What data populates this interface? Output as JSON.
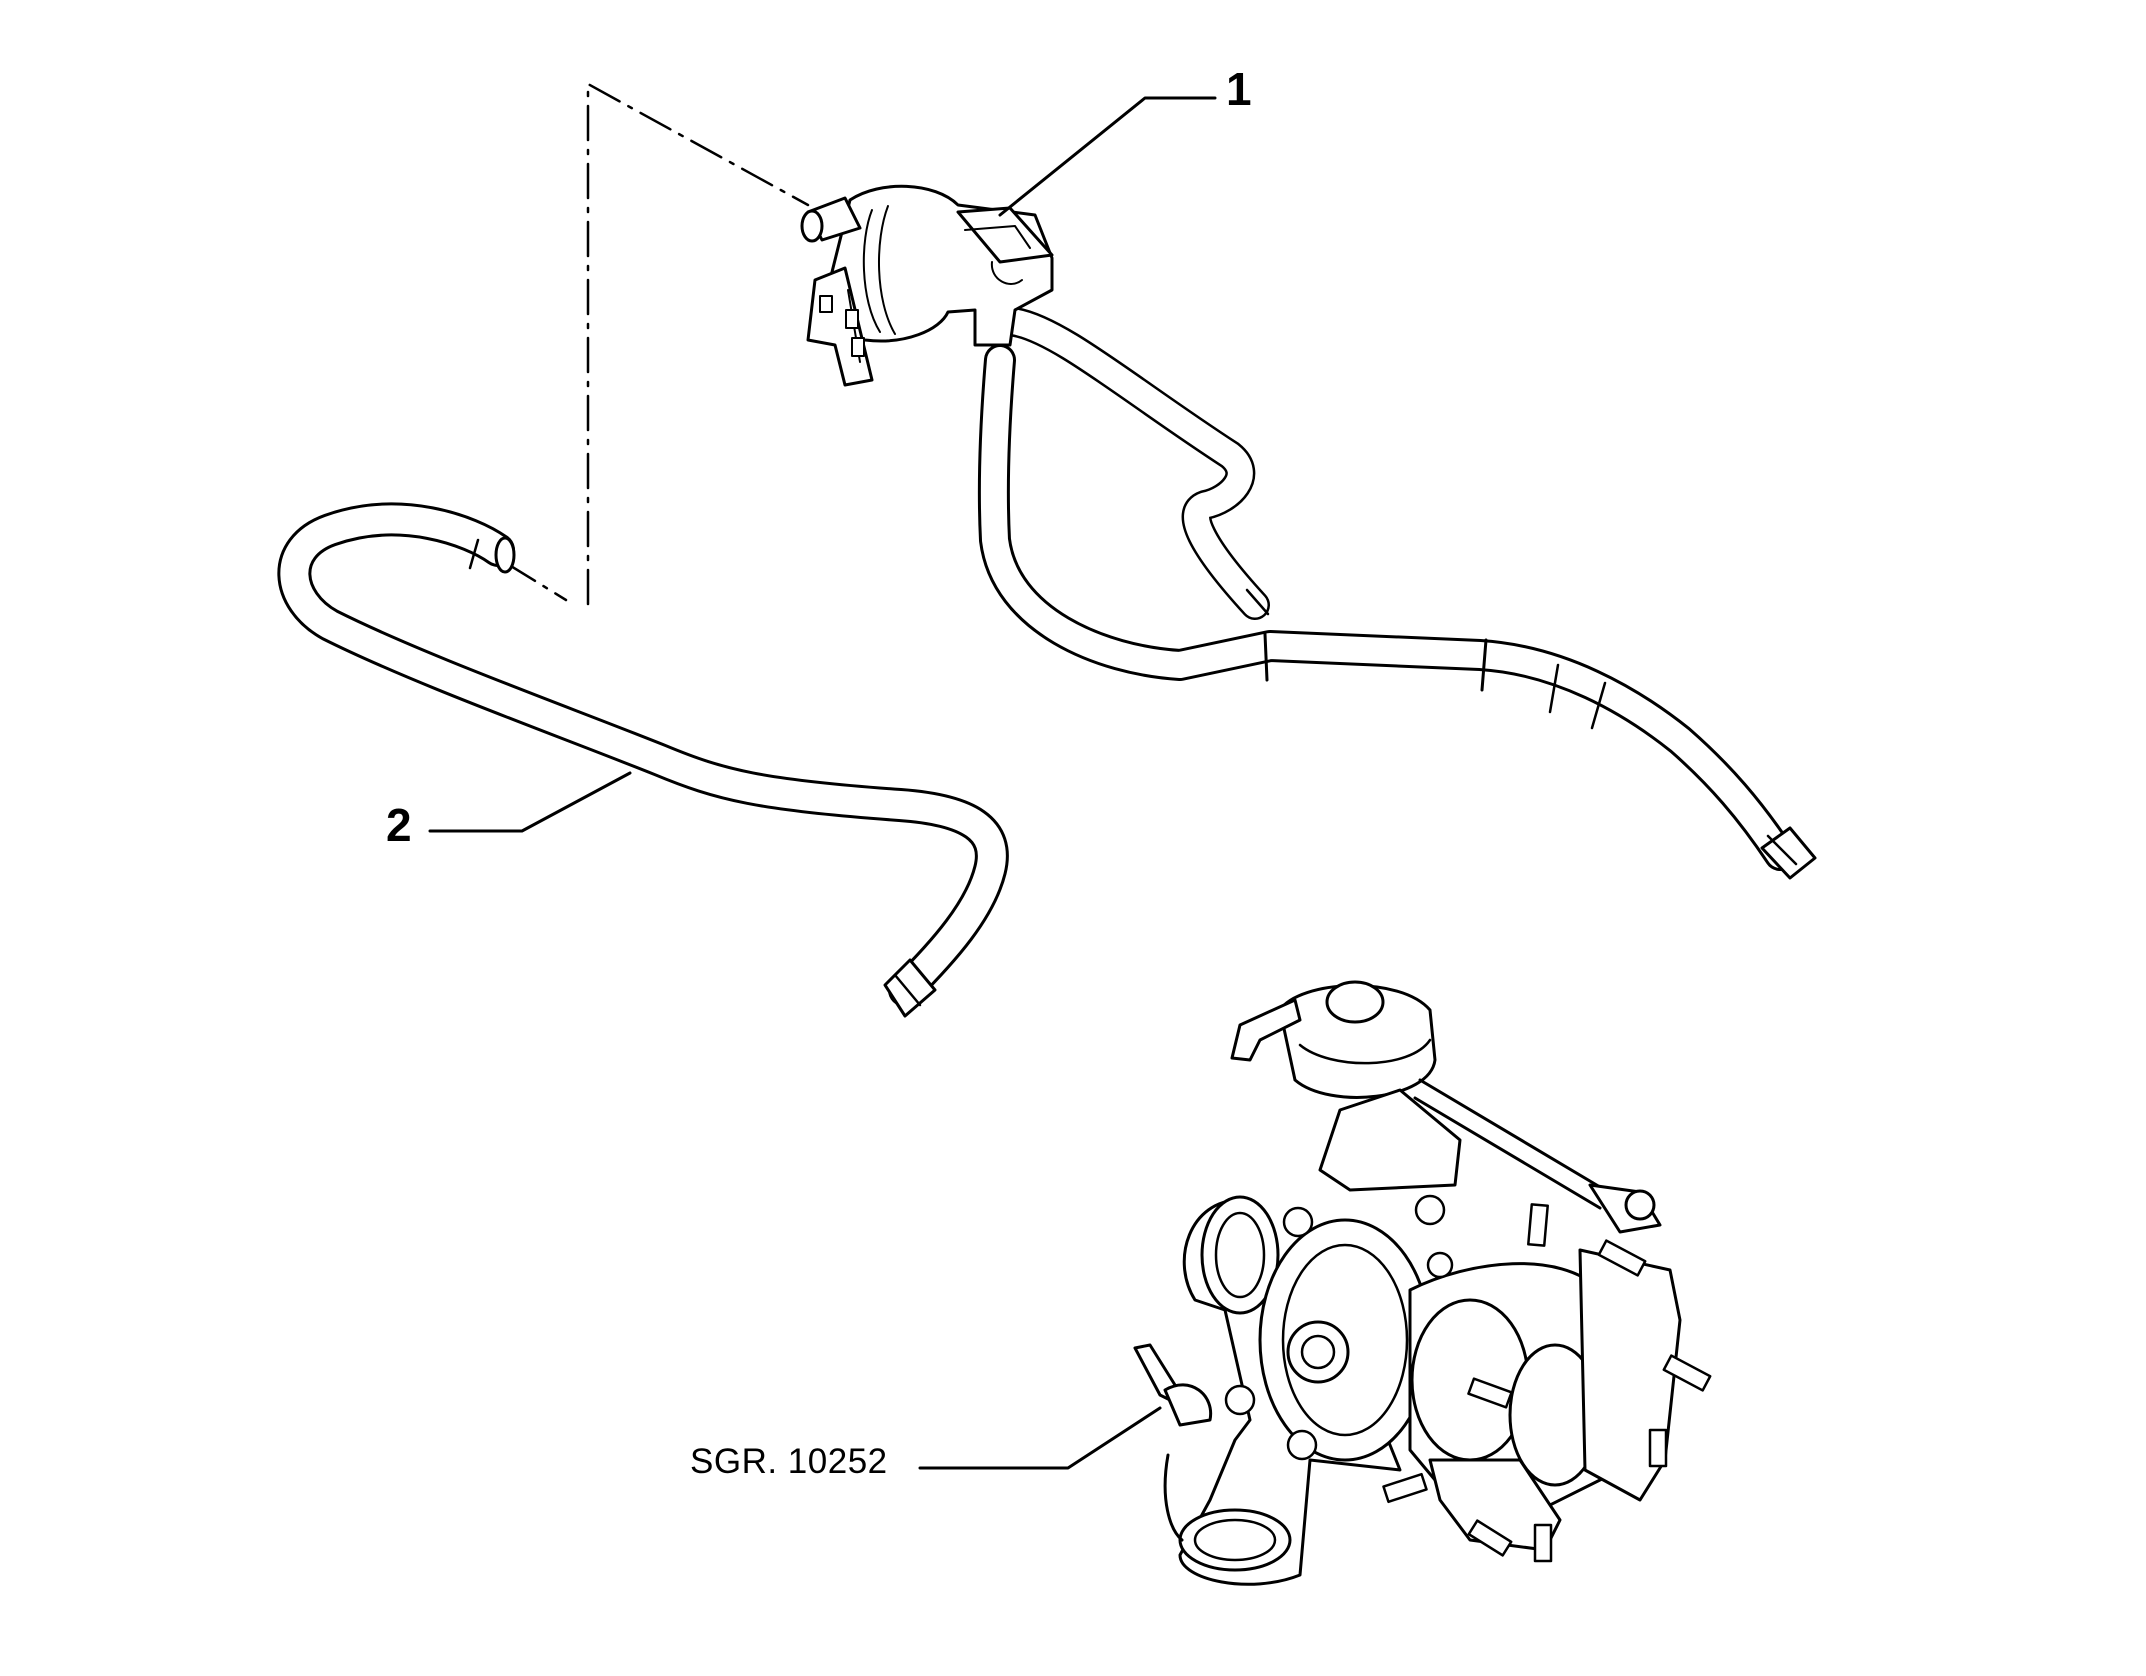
{
  "diagram": {
    "callouts": [
      {
        "id": "1",
        "label": "1"
      },
      {
        "id": "2",
        "label": "2"
      }
    ],
    "reference": {
      "label": "SGR. 10252"
    }
  },
  "colors": {
    "ink": "#000000",
    "paper": "#ffffff"
  }
}
